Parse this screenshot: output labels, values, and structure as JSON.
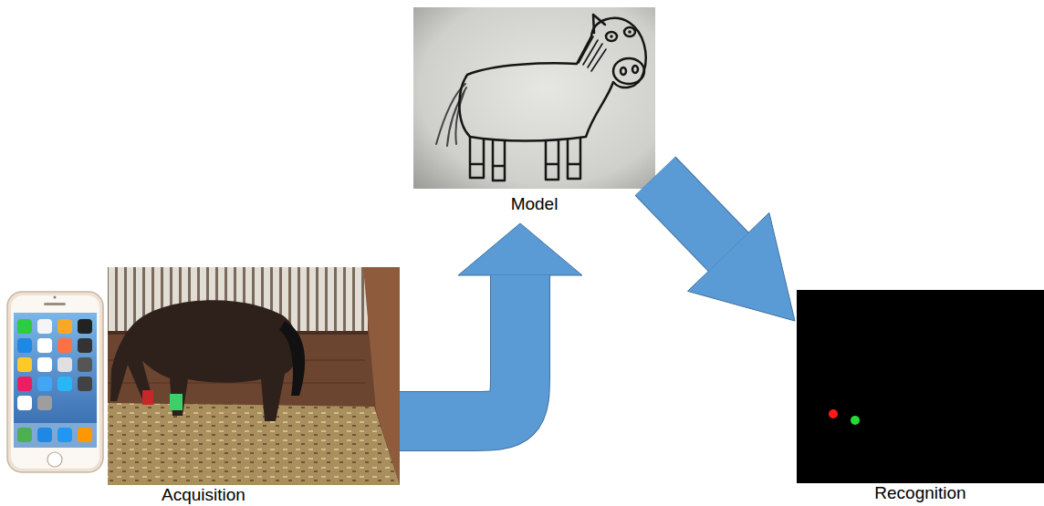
{
  "diagram": {
    "nodes": [
      {
        "text": [
          "Acquisition"
        ]
      },
      {
        "text": [
          "Model"
        ]
      },
      {
        "text": [
          "Recognition"
        ]
      }
    ],
    "edges": [
      {
        "from": 0,
        "to": 1,
        "arrow": "to"
      },
      {
        "from": 1,
        "to": 2,
        "arrow": "to"
      }
    ]
  }
}
